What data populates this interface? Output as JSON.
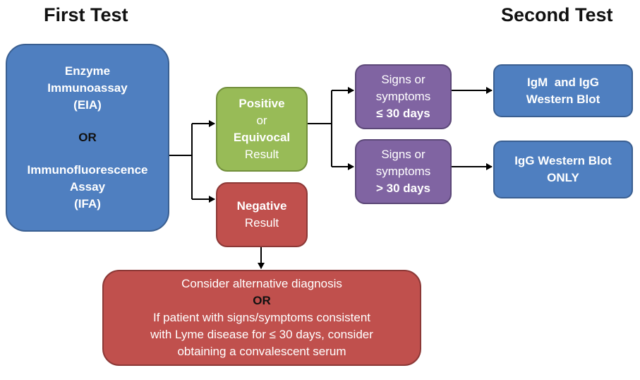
{
  "headings": {
    "first": "First Test",
    "second": "Second Test"
  },
  "first_test": {
    "line1": "Enzyme",
    "line2": "Immunoassay",
    "line3": "(EIA)",
    "or": "OR",
    "line4": "Immunofluorescence",
    "line5": "Assay",
    "line6": "(IFA)"
  },
  "positive": {
    "line1": "Positive",
    "line2": "or",
    "line3": "Equivocal",
    "line4": "Result"
  },
  "negative": {
    "line1": "Negative",
    "line2": "Result"
  },
  "signs_short": {
    "line1": "Signs or",
    "line2": "symptoms",
    "line3": "≤ 30 days"
  },
  "signs_long": {
    "line1": "Signs or",
    "line2": "symptoms",
    "line3": "> 30 days"
  },
  "igm_igg": {
    "line1": "IgM  and IgG",
    "line2": "Western Blot"
  },
  "igg_only": {
    "line1": "IgG Western Blot",
    "line2": "ONLY"
  },
  "consider": {
    "line1": "Consider alternative diagnosis",
    "or": "OR",
    "line2": "If patient with signs/symptoms consistent",
    "line3": "with Lyme disease for ≤ 30 days, consider",
    "line4": "obtaining a convalescent serum"
  },
  "colors": {
    "blue": "#4f7fc0",
    "green": "#98bb57",
    "red": "#c0504d",
    "purple": "#8064a2",
    "arrow": "#000000"
  }
}
